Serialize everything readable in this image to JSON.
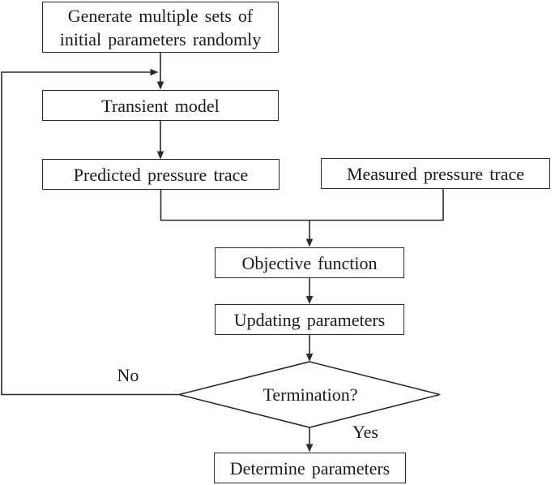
{
  "diagram": {
    "type": "flowchart",
    "colors": {
      "background": "#ffffff",
      "line": "#2b2b2b",
      "text": "#1a1a1a",
      "node_fill": "#ffffff"
    },
    "nodes": {
      "generate": {
        "line1": "Generate multiple sets of",
        "line2": "initial parameters randomly",
        "shape": "rectangle"
      },
      "transient": {
        "label": "Transient model",
        "shape": "rectangle"
      },
      "predicted": {
        "label": "Predicted pressure trace",
        "shape": "rectangle"
      },
      "measured": {
        "label": "Measured pressure trace",
        "shape": "rectangle"
      },
      "objective": {
        "label": "Objective function",
        "shape": "rectangle"
      },
      "updating": {
        "label": "Updating parameters",
        "shape": "rectangle"
      },
      "termination": {
        "label": "Termination?",
        "shape": "diamond"
      },
      "determine": {
        "label": "Determine parameters",
        "shape": "rectangle"
      }
    },
    "edge_labels": {
      "no": "No",
      "yes": "Yes"
    }
  }
}
